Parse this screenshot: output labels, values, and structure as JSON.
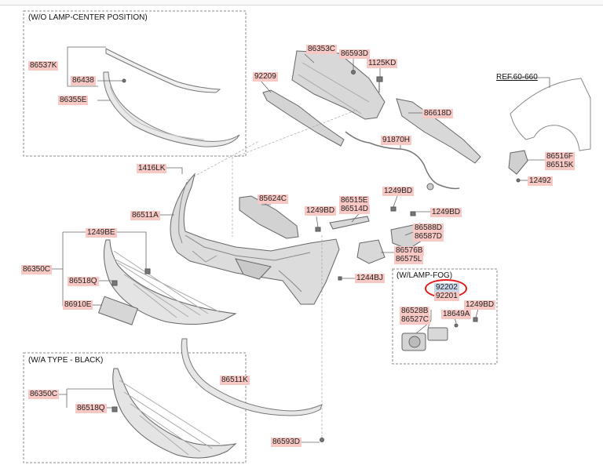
{
  "boxes": {
    "wo_lamp": "(W/O LAMP-CENTER POSITION)",
    "w_lamp_fog": "(W/LAMP-FOG)",
    "wa_type_black": "(W/A TYPE - BLACK)"
  },
  "reference": "REF.60-660",
  "highlight_part": "92202",
  "parts": {
    "p86537K": "86537K",
    "p86438": "86438",
    "p86355E": "86355E",
    "p86353C": "86353C",
    "p86593D_top": "86593D",
    "p1125KD": "1125KD",
    "p92209": "92209",
    "p86618D": "86618D",
    "p91870H": "91870H",
    "p86516F": "86516F",
    "p86515K": "86515K",
    "p12492": "12492",
    "p1416LK": "1416LK",
    "p86511A": "86511A",
    "p85624C": "85624C",
    "p1249BD_a": "1249BD",
    "p86515E": "86515E",
    "p86514D": "86514D",
    "p1249BD_b": "1249BD",
    "p1249BD_c": "1249BD",
    "p1249BE": "1249BE",
    "p86588D": "86588D",
    "p86587D": "86587D",
    "p86576B": "86576B",
    "p86575L": "86575L",
    "p86350C_a": "86350C",
    "p86518Q_a": "86518Q",
    "p86910E": "86910E",
    "p1244BJ": "1244BJ",
    "p92201": "92201",
    "p86528B": "86528B",
    "p86527C": "86527C",
    "p18649A": "18649A",
    "p1249BD_d": "1249BD",
    "p86511K": "86511K",
    "p86350C_b": "86350C",
    "p86518Q_b": "86518Q",
    "p86593D_bottom": "86593D"
  }
}
